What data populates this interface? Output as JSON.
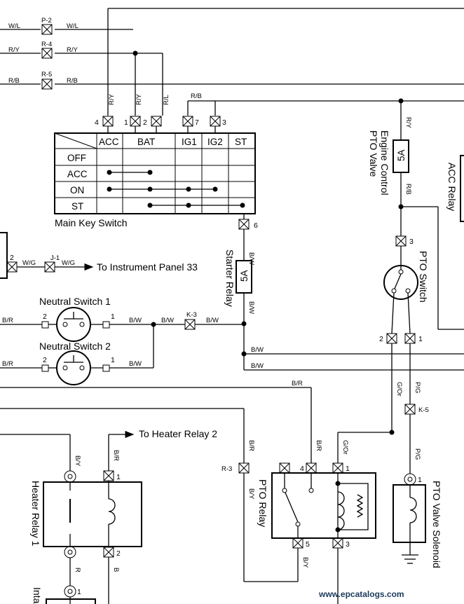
{
  "wires": {
    "wl_left": "W/L",
    "wl_right": "W/L",
    "ry_left": "R/Y",
    "ry_right": "R/Y",
    "rb_left": "R/B",
    "rb_right": "R/B",
    "ry_v1": "R/Y",
    "ry_v2": "R/Y",
    "rl_v": "R/L",
    "rb_ig1": "R/B",
    "ry_pto": "R/Y",
    "rb_pto": "R/B",
    "bw_switch1": "B/W",
    "bw_switch2": "B/W",
    "bw_ks6": "B/W",
    "bw_ks_out": "B/W",
    "bw_h1": "B/W",
    "bw_h2": "B/W",
    "wg_left": "W/G",
    "wg_right": "W/G",
    "br_ns1": "B/R",
    "br_ns2": "B/R",
    "br_mid": "B/R",
    "br_r3": "B/R",
    "by_r3": "B/Y",
    "br_pto4": "B/R",
    "gor_pto": "G/Or",
    "gor_v": "G/Or",
    "pg_v": "P/G",
    "pg_low": "P/G",
    "by_hr": "B/Y",
    "br_hr": "B/R",
    "r_hr": "R",
    "b_hr": "B",
    "by_pto5": "B/Y"
  },
  "connectors": {
    "p2": "P-2",
    "r4": "R-4",
    "r5": "R-5",
    "j1": "J-1",
    "k3": "K-3",
    "k5": "K-5",
    "r3": "R-3"
  },
  "pins": {
    "acc": "4",
    "bat1": "1",
    "bat2": "2",
    "ig1": "7",
    "ig2": "3",
    "ks6": "6",
    "ns1_in": "2",
    "ns1_out": "1",
    "ns2_in": "2",
    "ns2_out": "1",
    "wg_pin": "2",
    "pto_ps2": "2",
    "pto_ps1": "1",
    "pto_fuse": "3",
    "ptor_4": "4",
    "ptor_1": "1",
    "ptor_5": "5",
    "ptor_3": "3",
    "hr_1": "1",
    "hr_2": "2",
    "sol_1": "1",
    "int_1": "1"
  },
  "key_switch": {
    "title": "Main Key Switch",
    "columns": [
      "ACC",
      "BAT",
      "IG1",
      "IG2",
      "ST"
    ],
    "rows": [
      "OFF",
      "ACC",
      "ON",
      "ST"
    ]
  },
  "components": {
    "starter_relay": "Starter Relay",
    "starter_fuse": "5A",
    "engine_control": "Engine Control",
    "pto_valve": "PTO Valve",
    "engine_fuse": "5A",
    "acc_relay": "ACC Relay",
    "pto_switch": "PTO Switch",
    "neutral_switch_1": "Neutral Switch 1",
    "neutral_switch_2": "Neutral Switch 2",
    "to_instrument_panel": "To Instrument Panel 33",
    "to_heater_relay": "To Heater Relay 2",
    "heater_relay_1": "Heater Relay 1",
    "pto_relay": "PTO Relay",
    "pto_valve_solenoid": "PTO Valve Solenoid",
    "intake_partial": "Inta"
  },
  "watermark": "www.epcatalogs.com"
}
